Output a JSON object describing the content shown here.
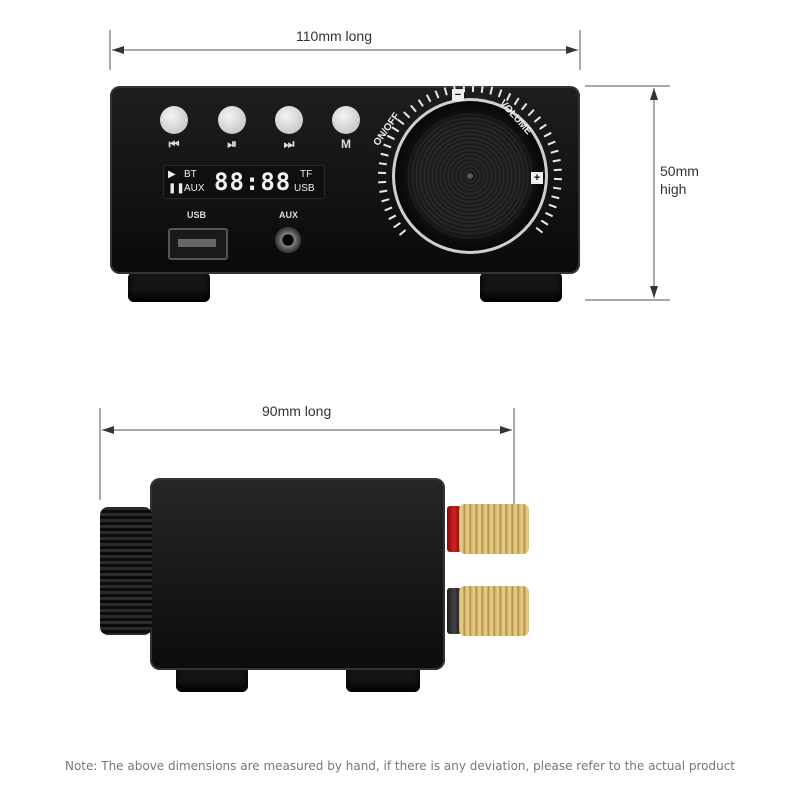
{
  "front_view": {
    "width_label": "110mm long",
    "height_label_1": "50mm",
    "height_label_2": "high",
    "buttons": [
      {
        "icon": "prev-icon",
        "label": "⏮"
      },
      {
        "icon": "play-pause-icon",
        "label": "⏯"
      },
      {
        "icon": "next-icon",
        "label": "⏭"
      },
      {
        "icon": "mode-icon",
        "label": "M"
      }
    ],
    "display": {
      "bt": "BT",
      "aux": "AUX",
      "digits": "88:88",
      "tf": "TF",
      "usb": "USB"
    },
    "ports": {
      "usb_label": "USB",
      "aux_label": "AUX"
    },
    "knob": {
      "on_off": "ON/OFF",
      "minus": "−",
      "volume": "VOLUME",
      "plus": "+"
    }
  },
  "side_view": {
    "length_label": "90mm long"
  },
  "note": "Note: The above dimensions are measured by hand, if there is any deviation, please refer to the actual product"
}
